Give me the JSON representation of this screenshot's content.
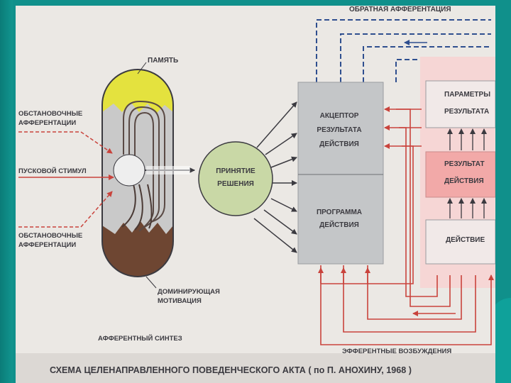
{
  "labels": {
    "feedback": "ОБРАТНАЯ АФФЕРЕНТАЦИЯ",
    "memory": "ПАМЯТЬ",
    "situational_top": [
      "ОБСТАНОВОЧНЫЕ",
      "АФФЕРЕНТАЦИИ"
    ],
    "trigger": "ПУСКОВОЙ СТИМУЛ",
    "situational_bottom": [
      "ОБСТАНОВОЧНЫЕ",
      "АФФЕРЕНТАЦИИ"
    ],
    "motivation": [
      "ДОМИНИРУЮЩАЯ",
      "МОТИВАЦИЯ"
    ],
    "afferent_synthesis": "АФФЕРЕНТНЫЙ СИНТЕЗ",
    "decision": [
      "ПРИНЯТИЕ",
      "РЕШЕНИЯ"
    ],
    "acceptor": [
      "АКЦЕПТОР",
      "РЕЗУЛЬТАТА",
      "ДЕЙСТВИЯ"
    ],
    "program": [
      "ПРОГРАММА",
      "ДЕЙСТВИЯ"
    ],
    "result_params": [
      "ПАРАМЕТРЫ",
      "РЕЗУЛЬТАТА"
    ],
    "action_result": [
      "РЕЗУЛЬТАТ",
      "ДЕЙСТВИЯ"
    ],
    "action": "ДЕЙСТВИЕ",
    "efferent": "ЭФФЕРЕНТНЫЕ ВОЗБУЖДЕНИЯ",
    "caption": "СХЕМА ЦЕЛЕНАПРАВЛЕННОГО ПОВЕДЕНЧЕСКОГО АКТА ( по П. АНОХИНУ, 1968 )"
  },
  "colors": {
    "memory_yellow": "#e4e23e",
    "motivation_brown": "#6e4632",
    "decision_green": "#c9d8a6",
    "block_gray": "#c4c6c8",
    "arrow_red": "#c9433c",
    "dashed_blue": "#2f4f8f",
    "result_pink": "#f2a9a8"
  }
}
